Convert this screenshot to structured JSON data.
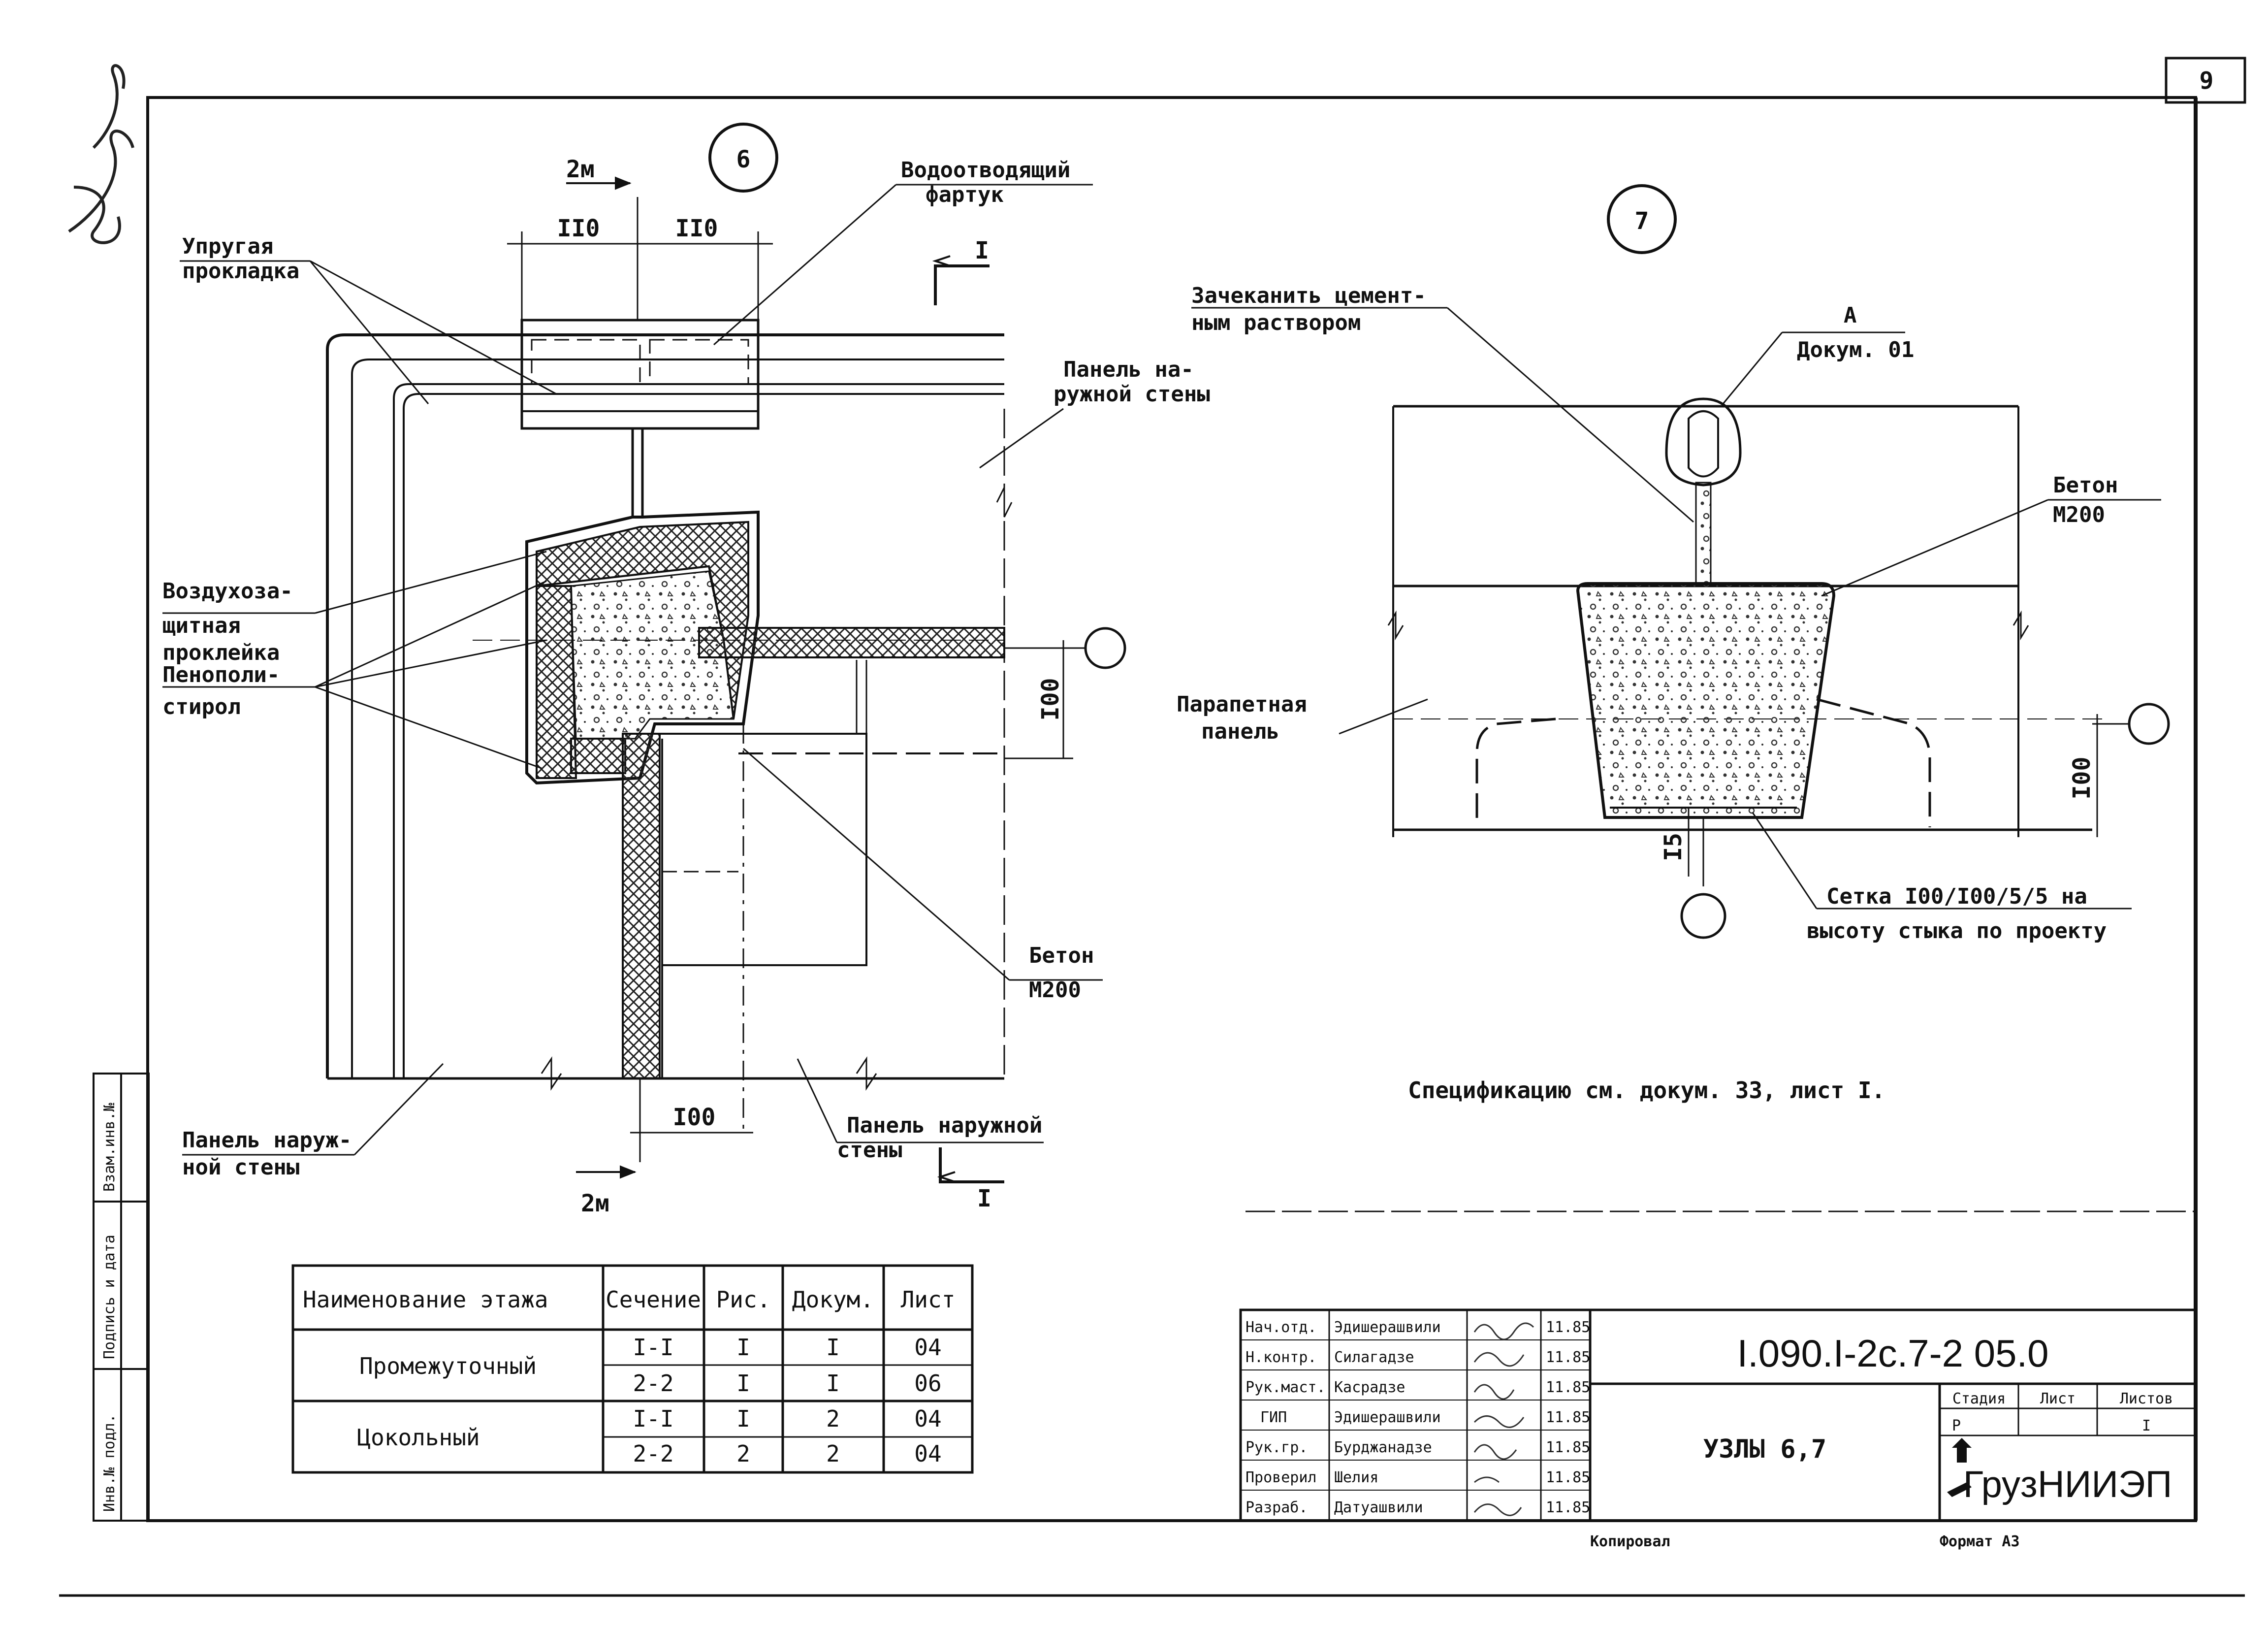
{
  "sheet": {
    "page_number": "9",
    "signature_handwritten": "Л.Зур",
    "side_stamp": [
      "Взам.инв.№",
      "Подпись и дата",
      "Инв.№ подл."
    ]
  },
  "node6": {
    "number": "6",
    "labels": {
      "elastic_gasket": [
        "Упругая",
        "прокладка"
      ],
      "drain_apron": [
        "Водоотводящий",
        "фартук"
      ],
      "outer_wall_panel_top": [
        "Панель на-",
        "ружной стены"
      ],
      "air_protective": [
        "Воздухоза-",
        "щитная",
        "проклейка"
      ],
      "polystyrene": [
        "Пенополи-",
        "стирол"
      ],
      "concrete": [
        "Бетон",
        "М200"
      ],
      "outer_wall_panel_left": [
        "Панель наруж-",
        "ной стены"
      ],
      "outer_wall_panel_bottom": [
        "Панель наружной",
        "стены"
      ]
    },
    "dims": {
      "left": "II0",
      "right": "II0",
      "vertical": "I00",
      "bottom": "I00"
    },
    "axis_marks": {
      "top": "2м",
      "bottom": "2м"
    },
    "section_marks": {
      "top": "I",
      "bottom": "I"
    }
  },
  "node7": {
    "number": "7",
    "labels": {
      "caulk": [
        "Зачеканить цемент-",
        "ным раствором"
      ],
      "ref": [
        "А",
        "Докум. 01"
      ],
      "concrete": [
        "Бетон",
        "М200"
      ],
      "parapet": [
        "Парапетная",
        "панель"
      ],
      "mesh": [
        "Сетка I00/I00/5/5 на",
        "высоту стыка по проекту"
      ]
    },
    "dims": {
      "vertical": "I00",
      "small": "I5"
    }
  },
  "spec_note": "Спецификацию см. докум. 33, лист I.",
  "table": {
    "headers": [
      "Наименование этажа",
      "Сечение",
      "Рис.",
      "Докум.",
      "Лист"
    ],
    "groups": [
      {
        "name": "Промежуточный",
        "rows": [
          [
            "I-I",
            "I",
            "I",
            "04"
          ],
          [
            "2-2",
            "I",
            "I",
            "06"
          ]
        ]
      },
      {
        "name": "Цокольный",
        "rows": [
          [
            "I-I",
            "I",
            "2",
            "04"
          ],
          [
            "2-2",
            "2",
            "2",
            "04"
          ]
        ]
      }
    ]
  },
  "title_block": {
    "roles": [
      "Нач.отд.",
      "Н.контр.",
      "Рук.маст.",
      "ГИП",
      "Рук.гр.",
      "Проверил",
      "Разраб."
    ],
    "names": [
      "Эдишерашвили",
      "Силагадзе",
      "Касрадзе",
      "Эдишерашвили",
      "Бурджанадзе",
      "Шелия",
      "Датуашвили"
    ],
    "dates": [
      "11.85",
      "11.85",
      "11.85",
      "11.85",
      "11.85",
      "11.85",
      "11.85"
    ],
    "doc_code": "I.090.I-2с.7-2 05.0",
    "title": "УЗЛЫ 6,7",
    "stage_headers": [
      "Стадия",
      "Лист",
      "Листов"
    ],
    "stage_values": [
      "Р",
      "",
      "I"
    ],
    "org": "ГрузНИИЭП"
  },
  "footer": {
    "copied": "Копировал",
    "format": "Формат А3"
  }
}
